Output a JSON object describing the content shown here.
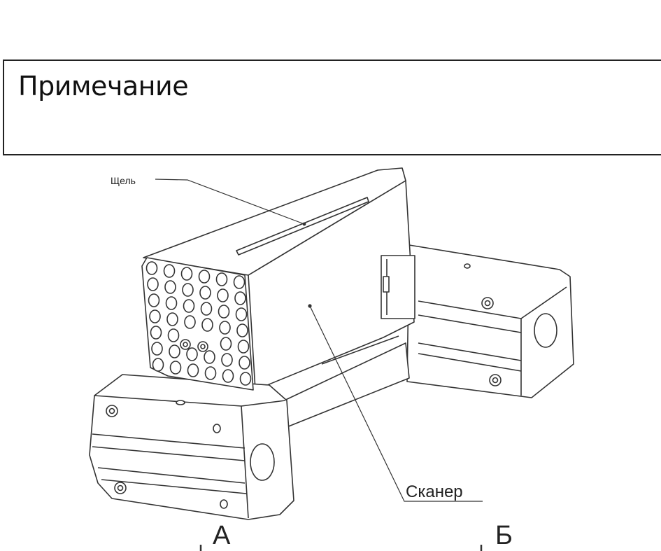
{
  "note": {
    "title": "Примечание"
  },
  "figure": {
    "labels": {
      "slit": "Щель",
      "scanner": "Сканер",
      "view_a": "А",
      "view_b": "Б"
    }
  }
}
